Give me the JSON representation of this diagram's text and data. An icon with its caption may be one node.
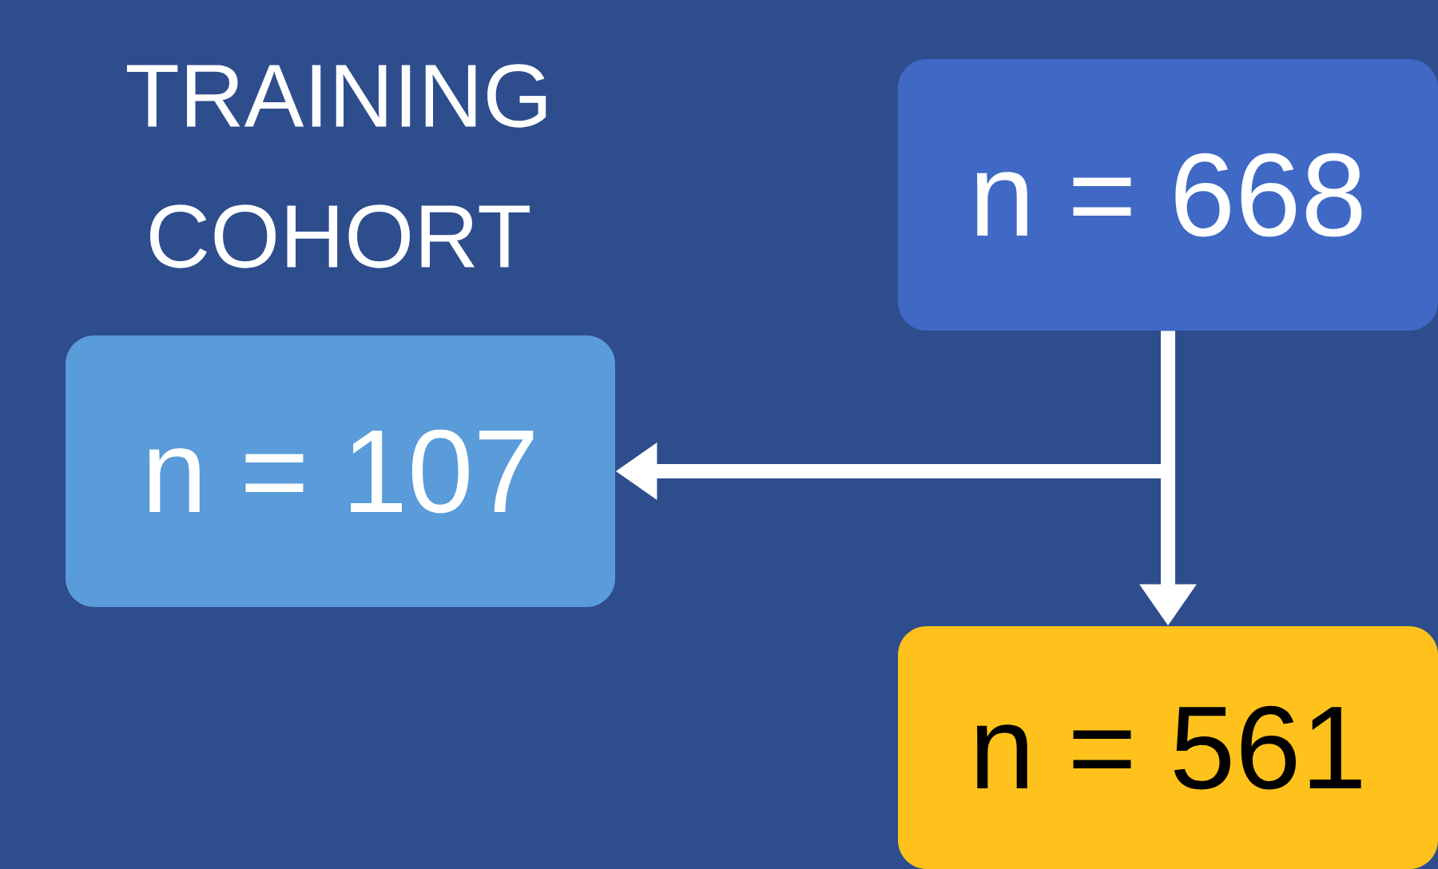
{
  "diagram": {
    "title": "TRAINING COHORT",
    "nodes": [
      {
        "text": [
          "n = 668"
        ]
      },
      {
        "text": [
          "n = 107"
        ]
      },
      {
        "text": [
          "n = 561"
        ]
      }
    ],
    "edges": [
      {
        "from": 0,
        "to": 1,
        "arrow": "to"
      },
      {
        "from": 0,
        "to": 2,
        "arrow": "to"
      }
    ]
  }
}
